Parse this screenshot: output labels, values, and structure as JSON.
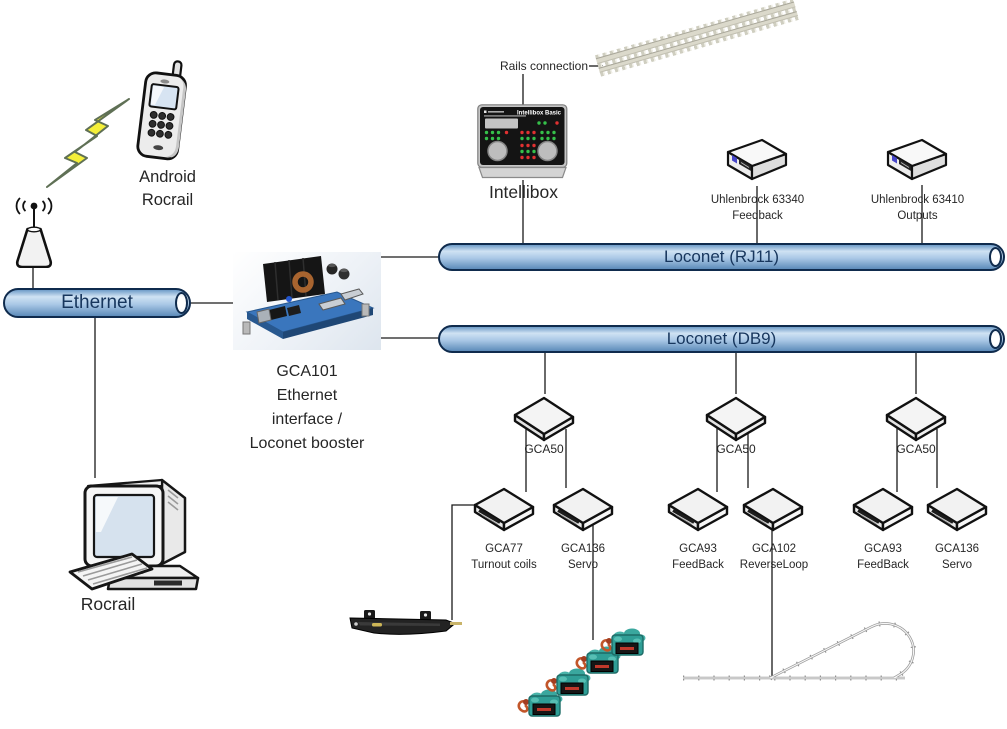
{
  "buses": {
    "ethernet": {
      "label": "Ethernet"
    },
    "loconet_rj11": {
      "label": "Loconet (RJ11)"
    },
    "loconet_db9": {
      "label": "Loconet (DB9)"
    }
  },
  "devices": {
    "android": {
      "name": [
        "Android",
        "Rocrail"
      ]
    },
    "rocrail_pc": {
      "name": "Rocrail"
    },
    "gca101": {
      "caption": [
        "GCA101",
        "Ethernet",
        "interface /",
        "Loconet booster"
      ]
    },
    "rails": {
      "label": "Rails connection"
    },
    "intellibox": {
      "name": "Intellibox",
      "faceplate_text": "Intellibox Basic"
    },
    "uhlenbrock_feedback": {
      "model": "Uhlenbrock 63340",
      "function": "Feedback"
    },
    "uhlenbrock_outputs": {
      "model": "Uhlenbrock 63410",
      "function": "Outputs"
    },
    "gca50_left": {
      "model": "GCA50"
    },
    "gca50_middle": {
      "model": "GCA50"
    },
    "gca50_right": {
      "model": "GCA50"
    },
    "gca77": {
      "model": "GCA77",
      "function": "Turnout coils"
    },
    "gca136_left": {
      "model": "GCA136",
      "function": "Servo"
    },
    "gca93_middle": {
      "model": "GCA93",
      "function": "FeedBack"
    },
    "gca102": {
      "model": "GCA102",
      "function": "ReverseLoop"
    },
    "gca93_right": {
      "model": "GCA93",
      "function": "FeedBack"
    },
    "gca136_right": {
      "model": "GCA136",
      "function": "Servo"
    }
  },
  "colors": {
    "bus_outline": "#0f2b4d",
    "bus_text": "#17365d",
    "bus_light": "#cfe2f3",
    "bus_dark": "#5d8cba",
    "lightning_yellow": "#f4ef39",
    "servo_teal": "#2f9e96",
    "led_green": "#35c04a",
    "led_red": "#e03131",
    "pcb_blue": "#3a76bd"
  }
}
